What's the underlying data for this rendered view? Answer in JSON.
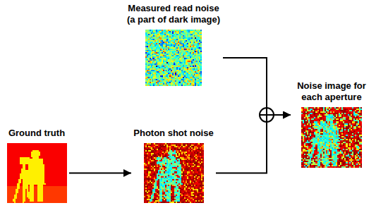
{
  "diagram": {
    "nodes": [
      {
        "text": [
          "Measured read noise (a part of dark image)"
        ]
      },
      {
        "text": [
          "Ground truth"
        ]
      },
      {
        "text": [
          "Photon shot noise"
        ]
      },
      {
        "text": [
          "Noise image for each aperture"
        ]
      }
    ],
    "edges": [
      {
        "from": 1,
        "to": 2,
        "arrow": "to"
      },
      {
        "from": 0,
        "to": 3,
        "arrow": "to"
      },
      {
        "from": 2,
        "to": 3,
        "arrow": "to"
      }
    ]
  }
}
